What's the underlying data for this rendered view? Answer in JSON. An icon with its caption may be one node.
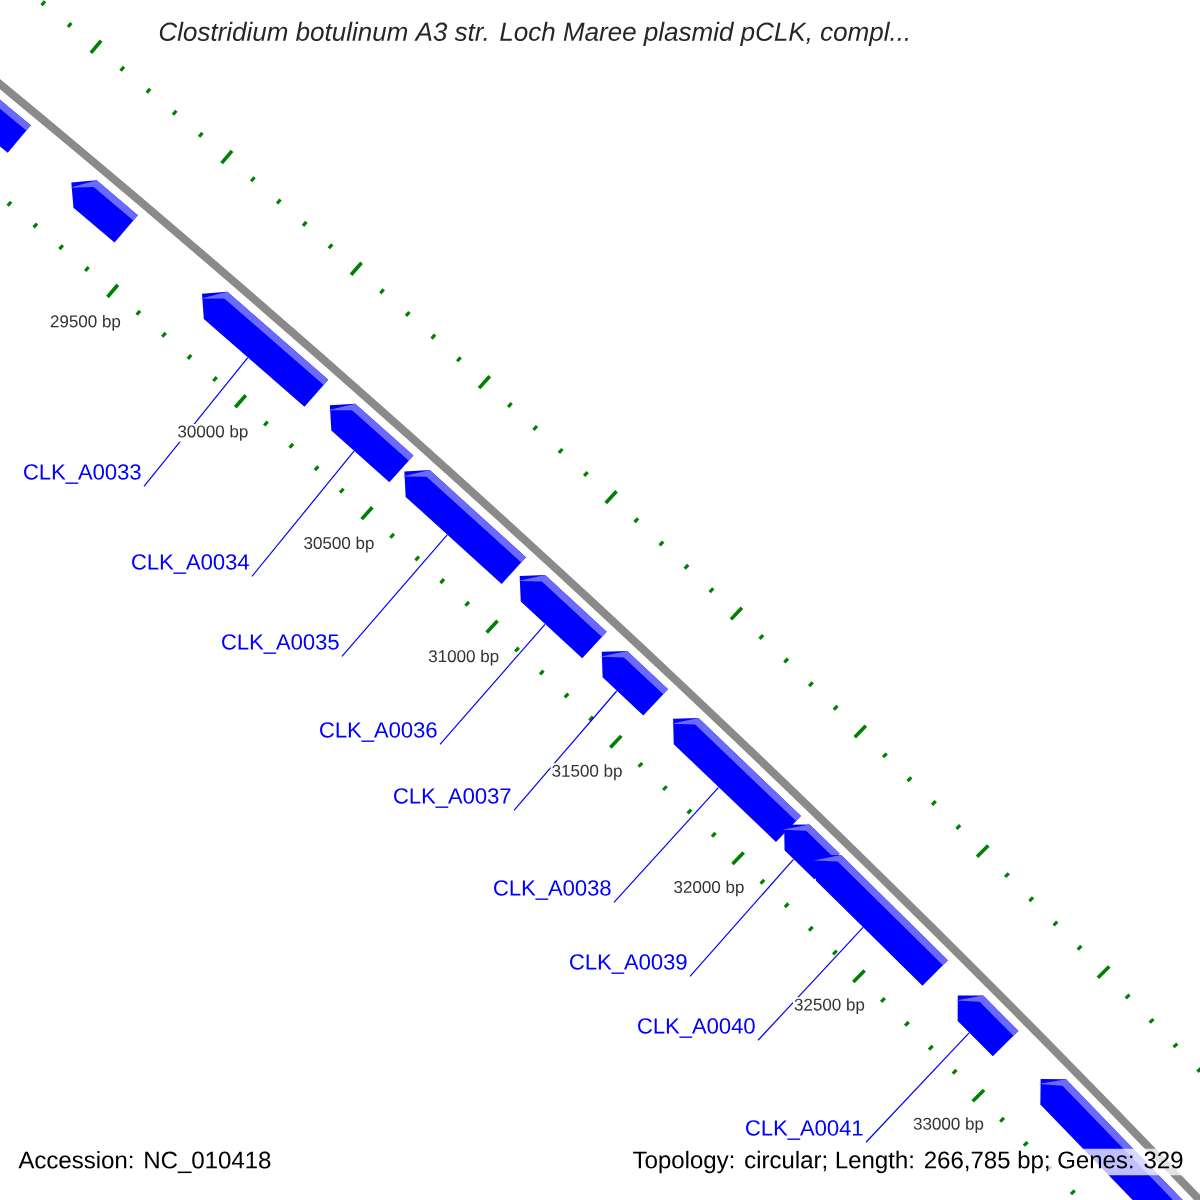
{
  "diagram": {
    "title": "Clostridium botulinum A3 str. Loch Maree plasmid pCLK, compl...",
    "nodes": [
      {
        "text": [
          "CLK_A0033"
        ]
      },
      {
        "text": [
          "CLK_A0034"
        ]
      },
      {
        "text": [
          "CLK_A0035"
        ]
      },
      {
        "text": [
          "CLK_A0036"
        ]
      },
      {
        "text": [
          "CLK_A0037"
        ]
      },
      {
        "text": [
          "CLK_A0038"
        ]
      },
      {
        "text": [
          "CLK_A0039"
        ]
      },
      {
        "text": [
          "CLK_A0040"
        ]
      },
      {
        "text": [
          "CLK_A0041"
        ]
      },
      {
        "text": [],
        "shape": "bar"
      },
      {
        "text": [],
        "shape": "bar"
      },
      {
        "text": [],
        "shape": "bar"
      },
      {
        "text": [],
        "shape": "bar"
      },
      {
        "text": [],
        "shape": "bar"
      },
      {
        "text": [],
        "shape": "bar"
      },
      {
        "text": [],
        "shape": "bar"
      },
      {
        "text": [],
        "shape": "bar"
      },
      {
        "text": [],
        "shape": "bar"
      },
      {
        "text": [],
        "shape": "bar"
      },
      {
        "text": [],
        "shape": "bar"
      },
      {
        "text": [],
        "shape": "bar"
      }
    ],
    "edges": [
      {
        "from": 0,
        "to": 11,
        "arrow": "none"
      },
      {
        "from": 1,
        "to": 12,
        "arrow": "none"
      },
      {
        "from": 2,
        "to": 13,
        "arrow": "none"
      },
      {
        "from": 3,
        "to": 14,
        "arrow": "none"
      },
      {
        "from": 4,
        "to": 15,
        "arrow": "none"
      },
      {
        "from": 5,
        "to": 16,
        "arrow": "none"
      },
      {
        "from": 6,
        "to": 17,
        "arrow": "none"
      },
      {
        "from": 7,
        "to": 18,
        "arrow": "none"
      },
      {
        "from": 8,
        "to": 19,
        "arrow": "none"
      }
    ],
    "labels": [
      "29500 bp",
      "30000 bp",
      "30500 bp",
      "31000 bp",
      "31500 bp",
      "32000 bp",
      "32500 bp",
      "33000 bp",
      "Accession: NC_010418",
      "Topology: circular; Length: 266,785 bp; Genes: 329"
    ]
  }
}
